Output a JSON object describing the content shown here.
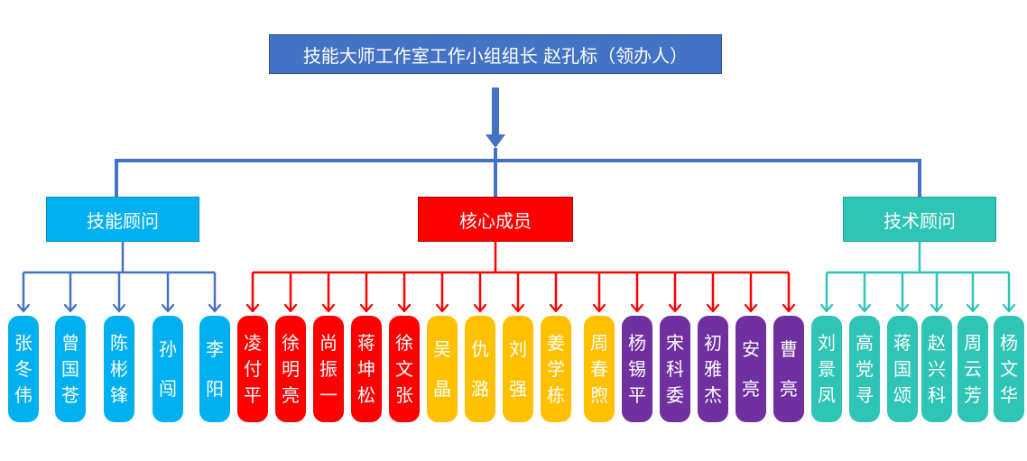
{
  "leader": {
    "label": "技能大师工作室工作小组组长   赵孔标（领办人）"
  },
  "groups": [
    {
      "label": "技能顾问",
      "color": "#00B0F0",
      "members": [
        {
          "name": "张冬伟",
          "color": "#00B0F0"
        },
        {
          "name": "曾国苍",
          "color": "#00B0F0"
        },
        {
          "name": "陈彬锋",
          "color": "#00B0F0"
        },
        {
          "name": "孙闯",
          "color": "#00B0F0"
        },
        {
          "name": "李阳",
          "color": "#00B0F0"
        }
      ]
    },
    {
      "label": "核心成员",
      "color": "#FF0000",
      "members": [
        {
          "name": "凌付平",
          "color": "#FF0000"
        },
        {
          "name": "徐明亮",
          "color": "#FF0000"
        },
        {
          "name": "尚振一",
          "color": "#FF0000"
        },
        {
          "name": "蒋坤松",
          "color": "#FF0000"
        },
        {
          "name": "徐文张",
          "color": "#FF0000"
        },
        {
          "name": "吴晶",
          "color": "#FFC000"
        },
        {
          "name": "仇潞",
          "color": "#FFC000"
        },
        {
          "name": "刘强",
          "color": "#FFC000"
        },
        {
          "name": "姜学栋",
          "color": "#FFC000"
        },
        {
          "name": "周春煦",
          "color": "#FFC000"
        },
        {
          "name": "杨锡平",
          "color": "#7030A0"
        },
        {
          "name": "宋科委",
          "color": "#7030A0"
        },
        {
          "name": "初雅杰",
          "color": "#7030A0"
        },
        {
          "name": "安亮",
          "color": "#7030A0"
        },
        {
          "name": "曹亮",
          "color": "#7030A0"
        }
      ]
    },
    {
      "label": "技术顾问",
      "color": "#2EC4B6",
      "members": [
        {
          "name": "刘景凤",
          "color": "#2EC4B6"
        },
        {
          "name": "高党寻",
          "color": "#2EC4B6"
        },
        {
          "name": "蒋国颂",
          "color": "#2EC4B6"
        },
        {
          "name": "赵兴科",
          "color": "#2EC4B6"
        },
        {
          "name": "周云芳",
          "color": "#2EC4B6"
        },
        {
          "name": "杨文华",
          "color": "#2EC4B6"
        }
      ]
    }
  ],
  "colors": {
    "trunk": "#4472C4",
    "trunk_arrow": "#4472C4",
    "advisor_branch": "#4472C4",
    "core_branch": "#FF0000",
    "tech_branch": "#2EC4B6"
  }
}
